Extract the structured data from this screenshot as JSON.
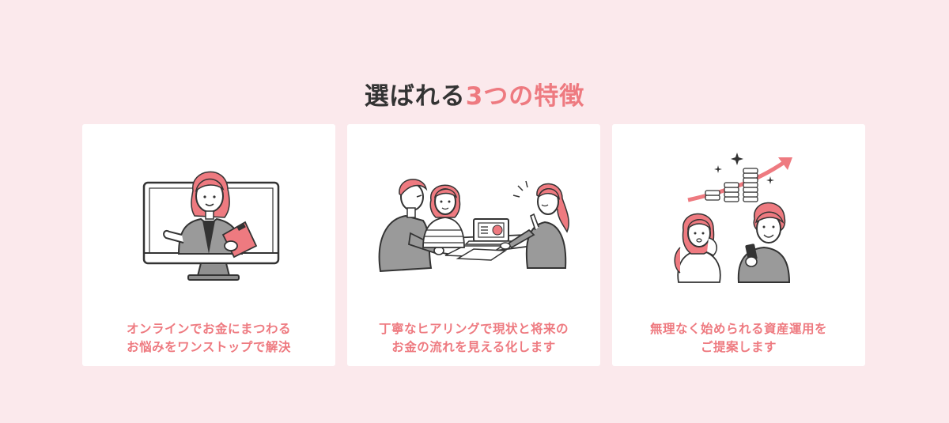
{
  "section": {
    "title_prefix": "選ばれる",
    "title_accent": "3つの特徴"
  },
  "colors": {
    "background": "#fbe9ec",
    "accent": "#ee7a80",
    "text_dark": "#333333",
    "card": "#ffffff",
    "illust_gray": "#8f8f8f"
  },
  "features": [
    {
      "illustration": "online-consultation-illustration",
      "line1": "オンラインでお金にまつわる",
      "line2": "お悩みをワンストップで解決"
    },
    {
      "illustration": "hearing-meeting-illustration",
      "line1": "丁寧なヒアリングで現状と将来の",
      "line2": "お金の流れを見える化します"
    },
    {
      "illustration": "asset-growth-illustration",
      "line1": "無理なく始められる資産運用を",
      "line2": "ご提案します"
    }
  ]
}
